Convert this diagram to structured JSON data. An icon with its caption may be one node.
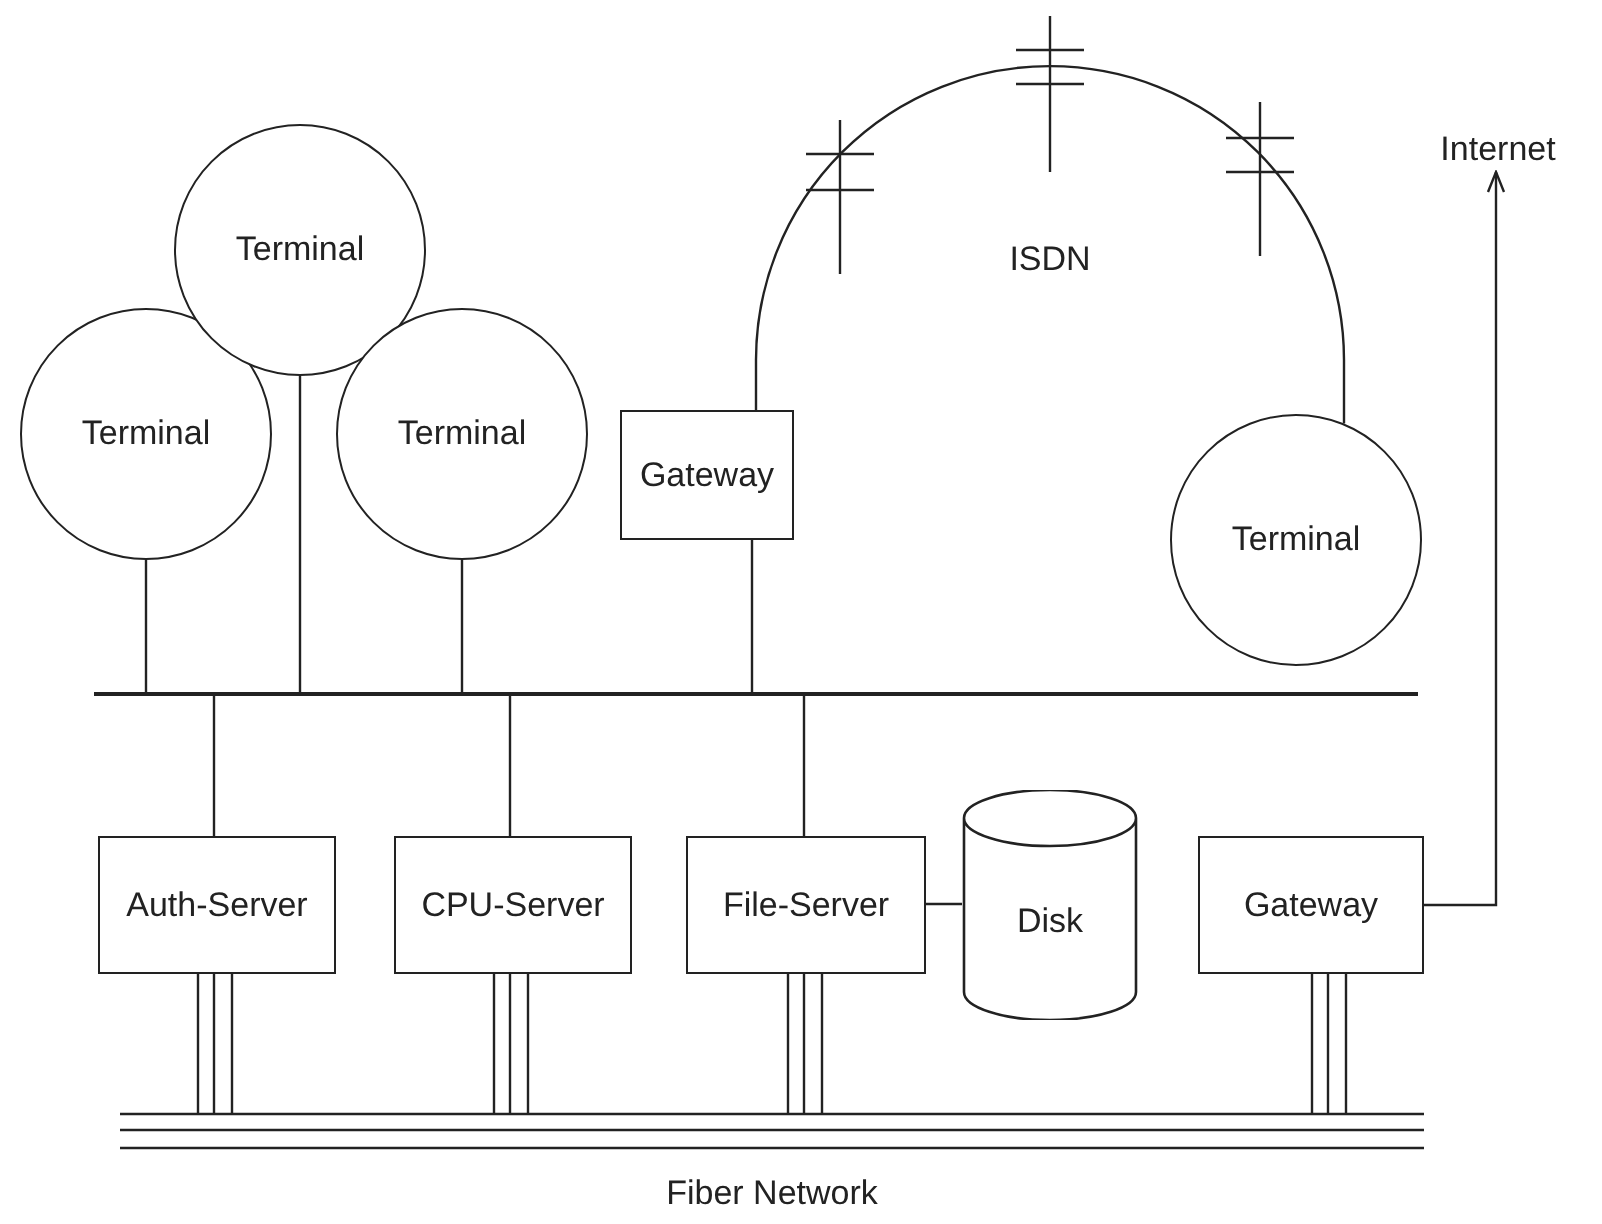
{
  "diagram": {
    "nodes": [
      {
        "text": [
          "Terminal"
        ]
      },
      {
        "text": [
          "Terminal"
        ]
      },
      {
        "text": [
          "Terminal"
        ]
      },
      {
        "text": [
          "Gateway"
        ]
      },
      {
        "text": [
          "Terminal"
        ]
      },
      {
        "text": [
          "Internet"
        ]
      },
      {
        "text": [],
        "shape": "bar"
      },
      {
        "text": [
          "Auth-Server"
        ]
      },
      {
        "text": [
          "CPU-Server"
        ]
      },
      {
        "text": [
          "File-Server"
        ]
      },
      {
        "text": [
          "Disk"
        ]
      },
      {
        "text": [
          "Gateway"
        ]
      },
      {
        "text": [
          "Fiber Network"
        ]
      }
    ],
    "edges": [
      {
        "from": 0,
        "to": 6,
        "arrow": "none"
      },
      {
        "from": 1,
        "to": 6,
        "arrow": "none"
      },
      {
        "from": 2,
        "to": 6,
        "arrow": "none"
      },
      {
        "from": 3,
        "to": 6,
        "arrow": "none"
      },
      {
        "from": 3,
        "to": 4,
        "arrow": "none"
      },
      {
        "from": 6,
        "to": 7,
        "arrow": "none"
      },
      {
        "from": 6,
        "to": 8,
        "arrow": "none"
      },
      {
        "from": 6,
        "to": 9,
        "arrow": "none"
      },
      {
        "from": 9,
        "to": 10,
        "arrow": "none"
      },
      {
        "from": 11,
        "to": 5,
        "arrow": "to"
      },
      {
        "from": 7,
        "to": 12,
        "arrow": "none"
      },
      {
        "from": 8,
        "to": 12,
        "arrow": "none"
      },
      {
        "from": 9,
        "to": 12,
        "arrow": "none"
      },
      {
        "from": 11,
        "to": 12,
        "arrow": "none"
      }
    ],
    "labels": [
      "ISDN"
    ]
  }
}
